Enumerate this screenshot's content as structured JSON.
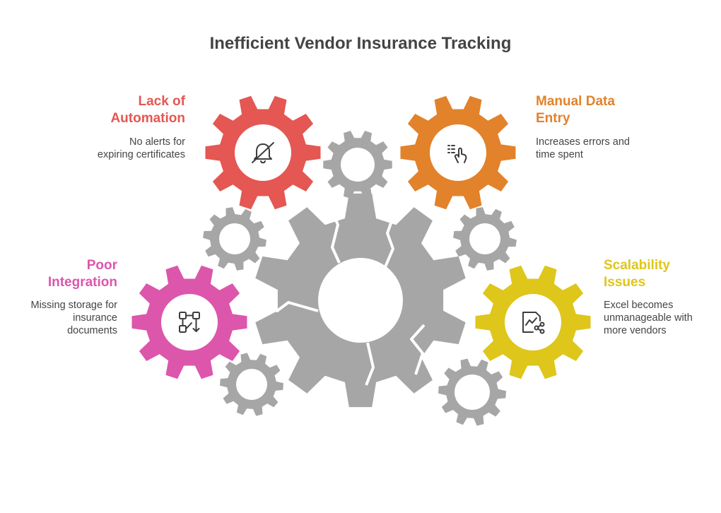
{
  "title": "Inefficient Vendor Insurance Tracking",
  "colors": {
    "gray": "#a6a6a6",
    "red": "#e45752",
    "orange": "#e2822b",
    "pink": "#dc56ab",
    "yellow": "#dec61b",
    "icon": "#3d3d3d"
  },
  "items": [
    {
      "key": "lack",
      "heading": [
        "Lack of",
        "Automation"
      ],
      "desc": [
        "No alerts for",
        "expiring certificates"
      ],
      "color": "#e45752",
      "icon": "bell-off-icon"
    },
    {
      "key": "manual",
      "heading": [
        "Manual Data",
        "Entry"
      ],
      "desc": [
        "Increases errors and",
        "time spent"
      ],
      "color": "#e2822b",
      "icon": "pointer-list-icon"
    },
    {
      "key": "poor",
      "heading": [
        "Poor",
        "Integration"
      ],
      "desc": [
        "Missing storage for",
        "insurance",
        "documents"
      ],
      "color": "#dc56ab",
      "icon": "workflow-icon"
    },
    {
      "key": "scal",
      "heading": [
        "Scalability",
        "Issues"
      ],
      "desc": [
        "Excel becomes",
        "unmanageable with",
        "more vendors"
      ],
      "color": "#dec61b",
      "icon": "chart-share-icon"
    }
  ]
}
